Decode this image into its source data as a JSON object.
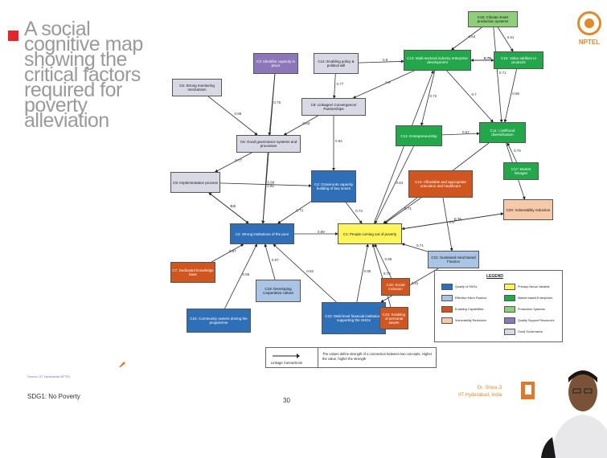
{
  "slide": {
    "title": "A social cognitive map showing the critical factors required for poverty alleviation",
    "source_footnote": "Source: IIT Hyderabad NPTEL",
    "sdg_label": "SDG1: No Poverty",
    "page_number": "30",
    "author_line1": "Dr. Shiva Ji",
    "author_line2": "IIT Hyderabad, India",
    "logo_text": "NPTEL"
  },
  "colors": {
    "dark_blue": "#2f6fb8",
    "light_blue": "#a9c4e4",
    "dark_green": "#22a84a",
    "light_green": "#8ed07a",
    "orange": "#d1551f",
    "yellow": "#fdf55a",
    "lavender": "#8c78b8",
    "peach": "#f6c9a8",
    "light_gray": "#d9d9e6"
  },
  "nodes": [
    {
      "id": "C16",
      "label": "C16: Climate smart production systems",
      "cls": "light_green"
    },
    {
      "id": "C13",
      "label": "C13: Multi-sectoral industry enterprise development",
      "cls": "dark_green"
    },
    {
      "id": "C15",
      "label": "C15: Value addition to products",
      "cls": "dark_green"
    },
    {
      "id": "C3",
      "label": "C3: Identifier capacity in place",
      "cls": "lavender"
    },
    {
      "id": "C12",
      "label": "C12: Enabling policy & political will",
      "cls": "light_gray"
    },
    {
      "id": "C5",
      "label": "C5: Strong monitoring mechanism",
      "cls": "light_gray"
    },
    {
      "id": "C8",
      "label": "C8: Linkages/ Convergence/ Partnerships",
      "cls": "light_gray"
    },
    {
      "id": "C14",
      "label": "C14: Entrepreneurship",
      "cls": "dark_green"
    },
    {
      "id": "C11",
      "label": "C11: Livelihood diversification",
      "cls": "dark_green"
    },
    {
      "id": "C6",
      "label": "C6: Good governance systems and processes",
      "cls": "light_gray"
    },
    {
      "id": "C17",
      "label": "C17: Market linkages",
      "cls": "dark_green"
    },
    {
      "id": "C9",
      "label": "C9: Implementation process",
      "cls": "light_gray"
    },
    {
      "id": "C4",
      "label": "C4: Grassroots capacity building of key actors",
      "cls": "dark_blue"
    },
    {
      "id": "C10",
      "label": "C10: Affordable and appropriate education and healthcare",
      "cls": "orange"
    },
    {
      "id": "C20",
      "label": "C20: Vulnerability reduction",
      "cls": "peach"
    },
    {
      "id": "C2",
      "label": "C2: Strong institutions of the poor",
      "cls": "dark_blue"
    },
    {
      "id": "C1",
      "label": "C1: People coming out of poverty",
      "cls": "yellow"
    },
    {
      "id": "C7",
      "label": "C7: Dedicated knowledge base",
      "cls": "orange"
    },
    {
      "id": "C21",
      "label": "C21: Sustained mind based Finance",
      "cls": "light_blue"
    },
    {
      "id": "C19",
      "label": "C19: Developing cooperative culture",
      "cls": "light_blue"
    },
    {
      "id": "C18",
      "label": "C18: Social inclusion",
      "cls": "orange"
    },
    {
      "id": "C22",
      "label": "C22: Multi-level financial institutions supporting the SHGs",
      "cls": "dark_blue"
    },
    {
      "id": "C23",
      "label": "C23: Enabling of personal assets",
      "cls": "orange"
    },
    {
      "id": "C24",
      "label": "C24: Community owners driving the programme",
      "cls": "dark_blue"
    }
  ],
  "weights": [
    "0.63",
    "0.81",
    "0.79",
    "0.75",
    "0.72",
    "0.85",
    "0.7",
    "0.7",
    "0.77",
    "0.83",
    "0.84",
    "0.88",
    "0.77",
    "0.85",
    "0.8",
    "0.84",
    "0.67",
    "0.85",
    "0.79",
    "0.73",
    "0.72",
    "0.71",
    "0.76",
    "0.89",
    "0.87",
    "0.71",
    "0.87",
    "0.86",
    "0.85",
    "0.82",
    "0.79",
    "0.86",
    "0.82",
    "0.71",
    "0.9",
    "0.8",
    "0.8",
    "0.8",
    "0.8",
    "0.81",
    "0.89",
    "0.75",
    "0.73"
  ],
  "legend": {
    "title": "LEGEND",
    "items": [
      {
        "label": "Quality of SHGs",
        "color": "dark_blue"
      },
      {
        "label": "Primary Nexus Variable",
        "color": "yellow"
      },
      {
        "label": "Effective Micro Finance",
        "color": "light_blue"
      },
      {
        "label": "Market based Enterprises",
        "color": "dark_green"
      },
      {
        "label": "Enabling Capabilities",
        "color": "orange"
      },
      {
        "label": "Production Systems",
        "color": "light_green"
      },
      {
        "label": "Vulnerability Reduction",
        "color": "peach"
      },
      {
        "label": "Quality Support Resources",
        "color": "lavender"
      },
      {
        "label": "",
        "color": ""
      },
      {
        "label": "Good Governance",
        "color": "light_gray"
      }
    ]
  },
  "note": {
    "arrow_label": "Linkage Connections",
    "text": "The values define strength of a connection between two concepts. Higher the value, higher the strength"
  }
}
